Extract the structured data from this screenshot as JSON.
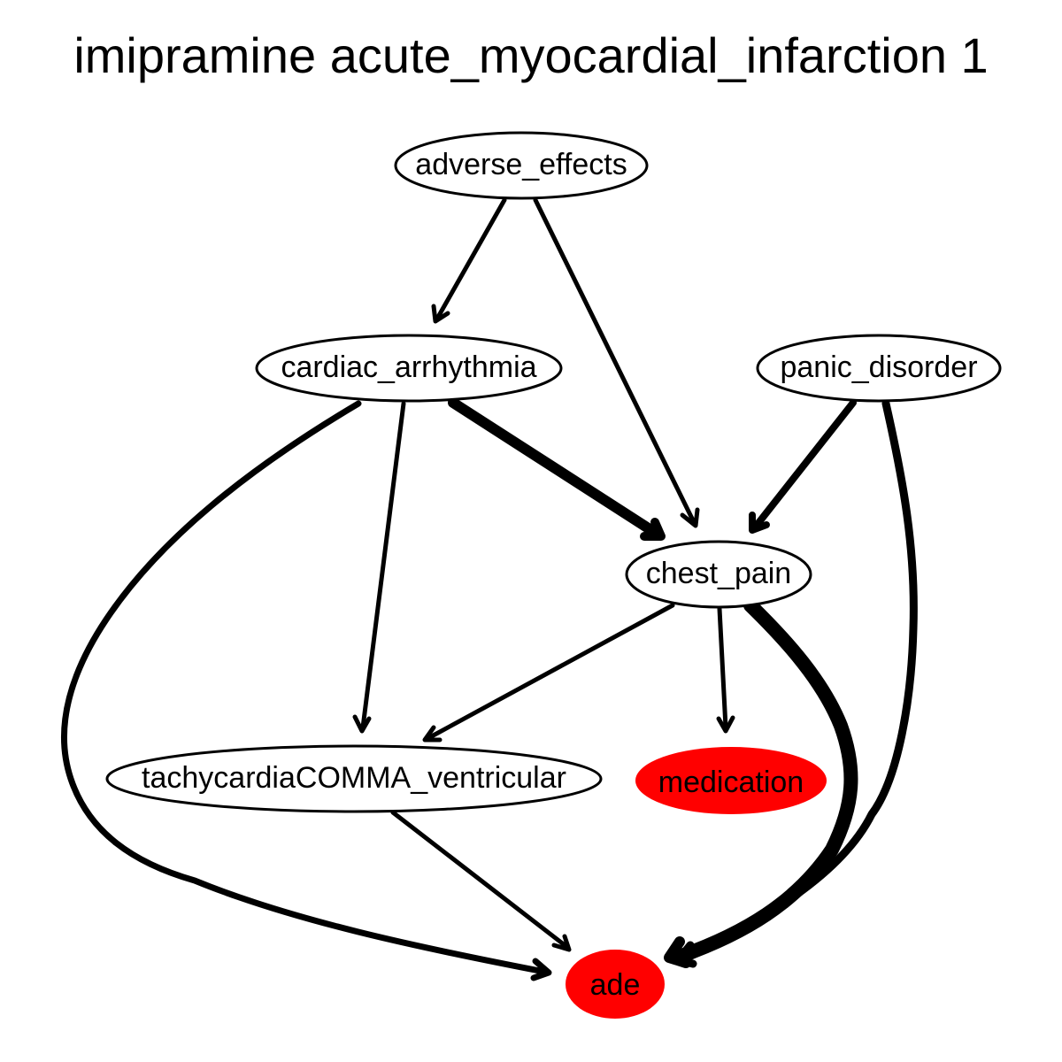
{
  "title": "imipramine acute_myocardial_infarction 1",
  "nodes": {
    "adverse_effects": {
      "label": "adverse_effects",
      "fill": "#ffffff"
    },
    "cardiac_arrhythmia": {
      "label": "cardiac_arrhythmia",
      "fill": "#ffffff"
    },
    "panic_disorder": {
      "label": "panic_disorder",
      "fill": "#ffffff"
    },
    "chest_pain": {
      "label": "chest_pain",
      "fill": "#ffffff"
    },
    "tachycardia_ventricular": {
      "label": "tachycardiaCOMMA_ventricular",
      "fill": "#ffffff"
    },
    "medication": {
      "label": "medication",
      "fill": "#ff0000"
    },
    "ade": {
      "label": "ade",
      "fill": "#ff0000"
    }
  },
  "edges": [
    {
      "from": "adverse_effects",
      "to": "cardiac_arrhythmia",
      "weight": "thin"
    },
    {
      "from": "adverse_effects",
      "to": "chest_pain",
      "weight": "thin"
    },
    {
      "from": "cardiac_arrhythmia",
      "to": "chest_pain",
      "weight": "heavy"
    },
    {
      "from": "cardiac_arrhythmia",
      "to": "tachycardia_ventricular",
      "weight": "thin"
    },
    {
      "from": "cardiac_arrhythmia",
      "to": "ade",
      "weight": "medium"
    },
    {
      "from": "panic_disorder",
      "to": "chest_pain",
      "weight": "medium"
    },
    {
      "from": "panic_disorder",
      "to": "ade",
      "weight": "heavy"
    },
    {
      "from": "chest_pain",
      "to": "tachycardia_ventricular",
      "weight": "thin"
    },
    {
      "from": "chest_pain",
      "to": "medication",
      "weight": "thin"
    },
    {
      "from": "chest_pain",
      "to": "ade",
      "weight": "heaviest"
    },
    {
      "from": "tachycardia_ventricular",
      "to": "ade",
      "weight": "thin"
    }
  ]
}
